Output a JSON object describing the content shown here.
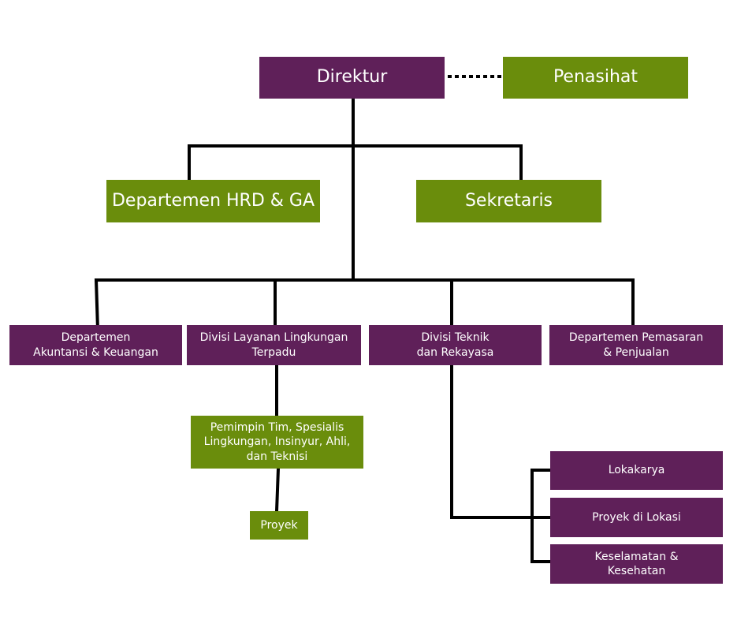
{
  "colors": {
    "purple": "#5f2059",
    "green": "#6a8d0c",
    "line": "#000000"
  },
  "nodes": {
    "direktur": "Direktur",
    "penasihat": "Penasihat",
    "hrd": "Departemen HRD & GA",
    "sekretaris": "Sekretaris",
    "akuntansi": "Departemen\nAkuntansi & Keuangan",
    "layanan": "Divisi Layanan Lingkungan\nTerpadu",
    "teknik": "Divisi Teknik\ndan Rekayasa",
    "pemasaran": "Departemen Pemasaran\n& Penjualan",
    "tim": "Pemimpin Tim, Spesialis\nLingkungan, Insinyur, Ahli,\ndan Teknisi",
    "proyek": "Proyek",
    "lokakarya": "Lokakarya",
    "proyek_lokasi": "Proyek di Lokasi",
    "keselamatan": "Keselamatan &\nKesehatan"
  }
}
